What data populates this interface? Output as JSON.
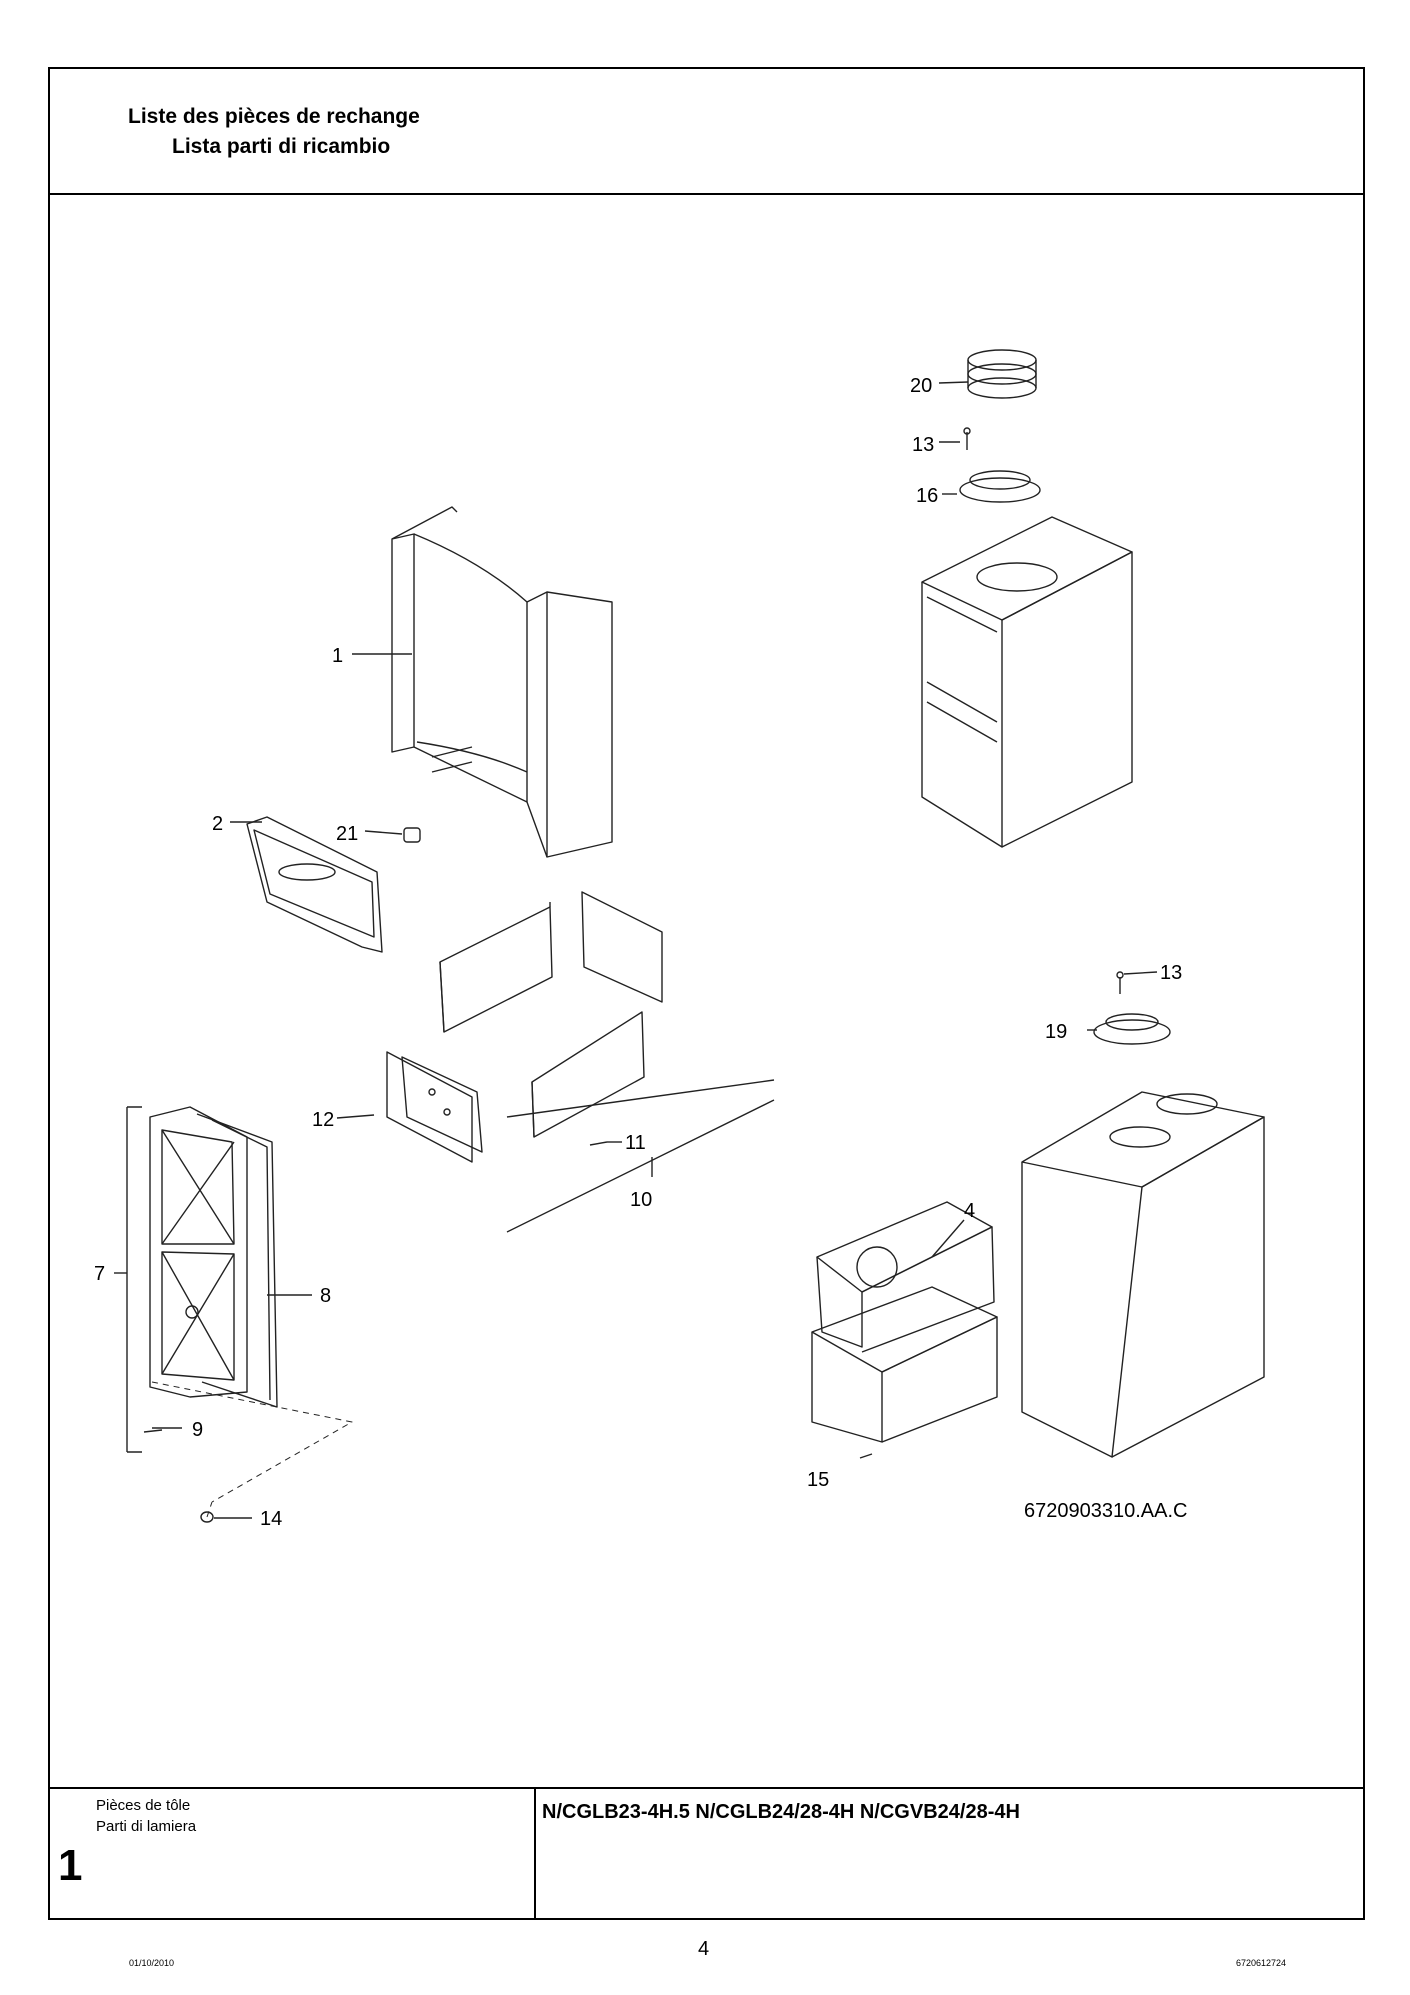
{
  "header": {
    "title_fr": "Liste des pièces de rechange",
    "title_it": "Lista parti di ricambio"
  },
  "drawing": {
    "callouts": [
      "1",
      "2",
      "4",
      "7",
      "8",
      "9",
      "10",
      "11",
      "12",
      "13",
      "13",
      "14",
      "15",
      "16",
      "19",
      "20",
      "21"
    ],
    "drawing_code": "6720903310.AA.C"
  },
  "footer": {
    "section_fr": "Pièces de tôle",
    "section_it": "Parti di lamiera",
    "section_number": "1",
    "models": "N/CGLB23-4H.5 N/CGLB24/28-4H N/CGVB24/28-4H"
  },
  "page": {
    "number": "4",
    "date": "01/10/2010",
    "doc_number": "6720612724"
  }
}
